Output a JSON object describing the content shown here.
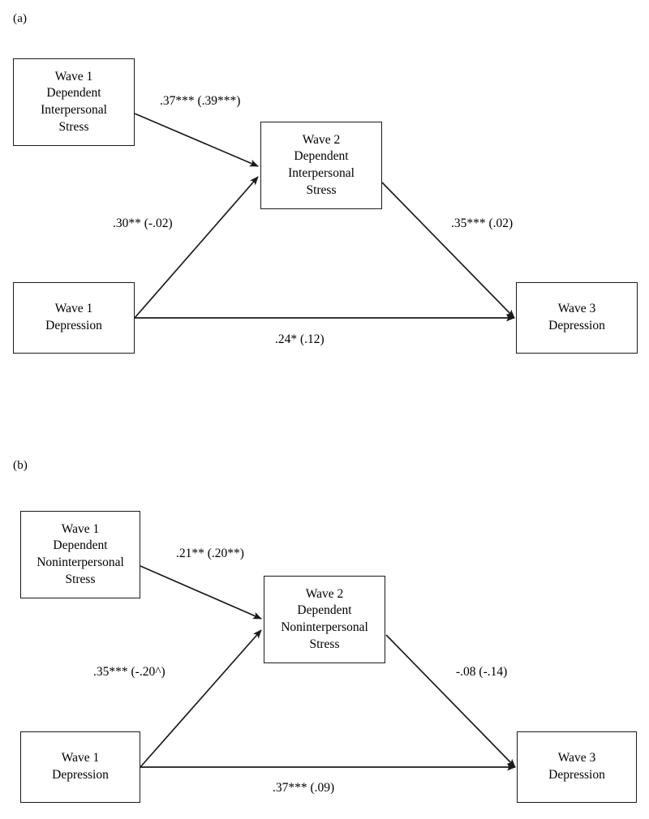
{
  "figure": {
    "panels": [
      {
        "id": "panel-a",
        "label": "(a)",
        "nodes": [
          {
            "id": "w1-dep-interpersonal-stress",
            "text": "Wave 1\nDependent\nInterpersonal\nStress"
          },
          {
            "id": "w2-dep-interpersonal-stress",
            "text": "Wave 2\nDependent\nInterpersonal\nStress"
          },
          {
            "id": "w1-depression",
            "text": "Wave 1\nDepression"
          },
          {
            "id": "w3-depression",
            "text": "Wave 3\nDepression"
          }
        ],
        "paths": [
          {
            "id": "a-path-w1stress-to-w2stress",
            "label": ".37*** (.39***)"
          },
          {
            "id": "a-path-w1dep-to-w2stress",
            "label": ".30** (-.02)"
          },
          {
            "id": "a-path-w2stress-to-w3dep",
            "label": ".35*** (.02)"
          },
          {
            "id": "a-path-w1dep-to-w3dep",
            "label": ".24* (.12)"
          }
        ]
      },
      {
        "id": "panel-b",
        "label": "(b)",
        "nodes": [
          {
            "id": "w1-dep-noninterpersonal-stress",
            "text": "Wave 1\nDependent\nNoninterpersonal\nStress"
          },
          {
            "id": "w2-dep-noninterpersonal-stress",
            "text": "Wave 2\nDependent\nNoninterpersonal\nStress"
          },
          {
            "id": "w1-depression",
            "text": "Wave 1\nDepression"
          },
          {
            "id": "w3-depression",
            "text": "Wave 3\nDepression"
          }
        ],
        "paths": [
          {
            "id": "b-path-w1stress-to-w2stress",
            "label": ".21** (.20**)"
          },
          {
            "id": "b-path-w1dep-to-w2stress",
            "label": ".35*** (-.20^)"
          },
          {
            "id": "b-path-w2stress-to-w3dep",
            "label": "-.08 (-.14)"
          },
          {
            "id": "b-path-w1dep-to-w3dep",
            "label": ".37*** (.09)"
          }
        ]
      }
    ],
    "colors": {
      "background": "#ffffff",
      "line": "#1a1a1a",
      "text": "#000000"
    }
  },
  "chart_data": {
    "type": "diagram",
    "title": "Mediation path models of dependent stress and depression across three waves",
    "panels": [
      {
        "panel": "(a)",
        "subject": "Dependent Interpersonal Stress",
        "nodes": [
          "Wave 1 Dependent Interpersonal Stress",
          "Wave 2 Dependent Interpersonal Stress",
          "Wave 1 Depression",
          "Wave 3 Depression"
        ],
        "edges": [
          {
            "from": "Wave 1 Dependent Interpersonal Stress",
            "to": "Wave 2 Dependent Interpersonal Stress",
            "coefficient": 0.37,
            "significance": "***",
            "secondary": 0.39,
            "secondary_significance": "***",
            "label": ".37*** (.39***)"
          },
          {
            "from": "Wave 1 Depression",
            "to": "Wave 2 Dependent Interpersonal Stress",
            "coefficient": 0.3,
            "significance": "**",
            "secondary": -0.02,
            "secondary_significance": "",
            "label": ".30** (-.02)"
          },
          {
            "from": "Wave 2 Dependent Interpersonal Stress",
            "to": "Wave 3 Depression",
            "coefficient": 0.35,
            "significance": "***",
            "secondary": 0.02,
            "secondary_significance": "",
            "label": ".35*** (.02)"
          },
          {
            "from": "Wave 1 Depression",
            "to": "Wave 3 Depression",
            "coefficient": 0.24,
            "significance": "*",
            "secondary": 0.12,
            "secondary_significance": "",
            "label": ".24* (.12)"
          }
        ]
      },
      {
        "panel": "(b)",
        "subject": "Dependent Noninterpersonal Stress",
        "nodes": [
          "Wave 1 Dependent Noninterpersonal Stress",
          "Wave 2 Dependent Noninterpersonal Stress",
          "Wave 1 Depression",
          "Wave 3 Depression"
        ],
        "edges": [
          {
            "from": "Wave 1 Dependent Noninterpersonal Stress",
            "to": "Wave 2 Dependent Noninterpersonal Stress",
            "coefficient": 0.21,
            "significance": "**",
            "secondary": 0.2,
            "secondary_significance": "**",
            "label": ".21** (.20**)"
          },
          {
            "from": "Wave 1 Depression",
            "to": "Wave 2 Dependent Noninterpersonal Stress",
            "coefficient": 0.35,
            "significance": "***",
            "secondary": -0.2,
            "secondary_significance": "^",
            "label": ".35*** (-.20^)"
          },
          {
            "from": "Wave 2 Dependent Noninterpersonal Stress",
            "to": "Wave 3 Depression",
            "coefficient": -0.08,
            "significance": "",
            "secondary": -0.14,
            "secondary_significance": "",
            "label": "-.08 (-.14)"
          },
          {
            "from": "Wave 1 Depression",
            "to": "Wave 3 Depression",
            "coefficient": 0.37,
            "significance": "***",
            "secondary": 0.09,
            "secondary_significance": "",
            "label": ".37*** (.09)"
          }
        ]
      }
    ]
  }
}
